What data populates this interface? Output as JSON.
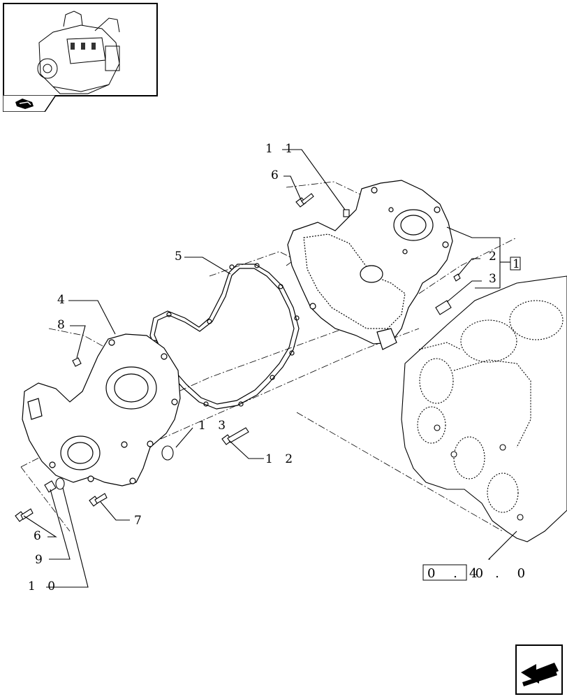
{
  "thumbnail": {
    "icon": "engine-thumbnail-icon"
  },
  "thumbnail_tab": {
    "icon": "section-book-icon"
  },
  "callouts": {
    "c1": "1",
    "c2": "2",
    "c3": "3",
    "c4": "4",
    "c5": "5",
    "c6a": "6",
    "c6b": "6",
    "c7": "7",
    "c8": "8",
    "c9": "9",
    "c10": "1 0",
    "c11": "1 1",
    "c12": "1 2",
    "c13": "1 3"
  },
  "reference": {
    "prefix": "0 . 0",
    "suffix": "4 . 0"
  },
  "nav": {
    "icon": "next-page-arrow-icon"
  },
  "colors": {
    "line": "#000000",
    "background": "#ffffff"
  }
}
